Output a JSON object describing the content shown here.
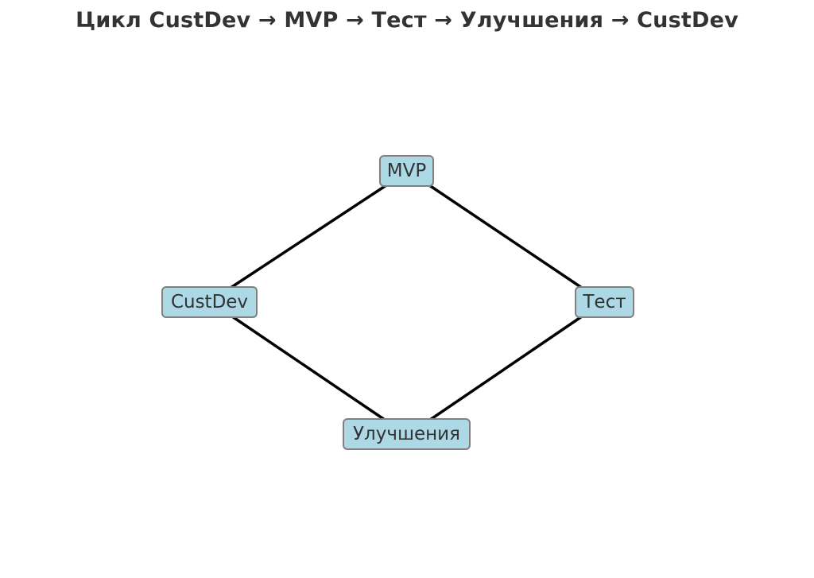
{
  "diagram": {
    "title": "Цикл CustDev → MVP → Тест → Улучшения → CustDev",
    "nodes": {
      "mvp": "MVP",
      "custdev": "CustDev",
      "test": "Тест",
      "improvements": "Улучшения"
    },
    "edges": [
      [
        "custdev",
        "mvp"
      ],
      [
        "mvp",
        "test"
      ],
      [
        "test",
        "improvements"
      ],
      [
        "improvements",
        "custdev"
      ]
    ],
    "colors": {
      "node_fill": "#add8e6",
      "node_border": "#808080",
      "edge": "#000000",
      "text": "#333333"
    }
  }
}
